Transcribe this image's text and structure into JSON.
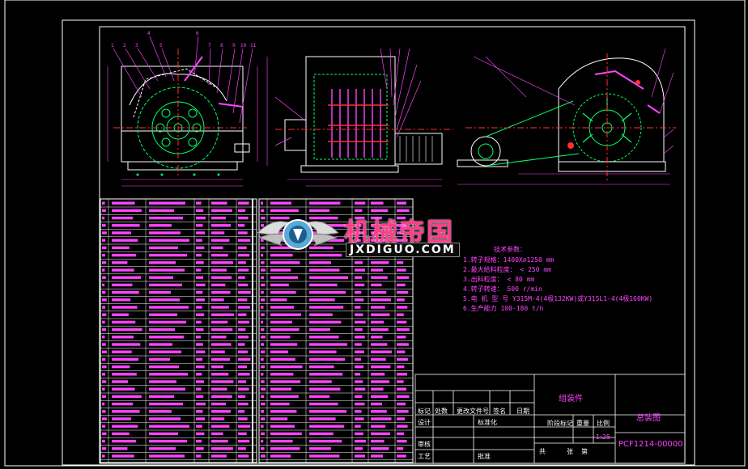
{
  "watermark": {
    "title_cn": "机械帝国",
    "title_en": "JXDIGUO.COM"
  },
  "specs": {
    "heading": "技术参数：",
    "items": [
      "1.转子规格：1400X∅1250 mm",
      "2.最大给料粒度： < 250 mm",
      "3.出料粒度： < 80 mm",
      "4.转子转速： 500 r/min",
      "5.电 机 型 号 Y315M-4(4极132KW)或Y315L1-4(4极160KW)",
      "6.生产能力 100-180 t/h"
    ]
  },
  "title_block": {
    "revision_cols": [
      "标记",
      "处数",
      "更改文件号",
      "签名",
      "日期"
    ],
    "row_design": "设计",
    "row_standard": "标准化",
    "row_review": "审核",
    "row_process": "工艺",
    "row_approve": "批准",
    "assembly_label": "组装件",
    "stage_mark": "阶段标记",
    "weight": "重量",
    "scale": "比例",
    "total_label": "共",
    "sheet_label": "张",
    "page_label": "第",
    "scale_value": "1:25",
    "drawing_name": "总装图",
    "drawing_code": "PCF1214-00000"
  },
  "colors": {
    "magenta": "#ff44ff",
    "white": "#ffffff",
    "green": "#00ff66",
    "cyan": "#33ccff",
    "red": "#ff3030"
  }
}
